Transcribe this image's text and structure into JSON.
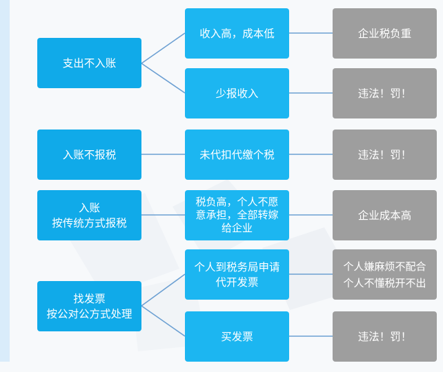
{
  "diagram": {
    "rows": [
      {
        "category": {
          "lines": [
            "支出不入账"
          ]
        },
        "branches": [
          {
            "method": {
              "lines": [
                "收入高，成本低"
              ]
            },
            "result": {
              "lines": [
                "企业税负重"
              ]
            }
          },
          {
            "method": {
              "lines": [
                "少报收入"
              ]
            },
            "result": {
              "lines": [
                "违法！罚！"
              ]
            }
          }
        ]
      },
      {
        "category": {
          "lines": [
            "入账不报税"
          ]
        },
        "branches": [
          {
            "method": {
              "lines": [
                "未代扣代缴个税"
              ]
            },
            "result": {
              "lines": [
                "违法！罚！"
              ]
            }
          }
        ]
      },
      {
        "category": {
          "lines": [
            "入账",
            "按传统方式报税"
          ]
        },
        "branches": [
          {
            "method": {
              "lines": [
                "税负高，个人不愿",
                "意承担，全部转嫁",
                "给企业"
              ]
            },
            "result": {
              "lines": [
                "企业成本高"
              ]
            }
          }
        ]
      },
      {
        "category": {
          "lines": [
            "找发票",
            "按公对公方式处理"
          ]
        },
        "branches": [
          {
            "method": {
              "lines": [
                "个人到税务局申请",
                "代开发票"
              ]
            },
            "result": {
              "lines": [
                "个人嫌麻烦不配合",
                "个人不懂税开不出"
              ]
            }
          },
          {
            "method": {
              "lines": [
                "买发票"
              ]
            },
            "result": {
              "lines": [
                "违法！罚！"
              ]
            }
          }
        ]
      }
    ]
  }
}
